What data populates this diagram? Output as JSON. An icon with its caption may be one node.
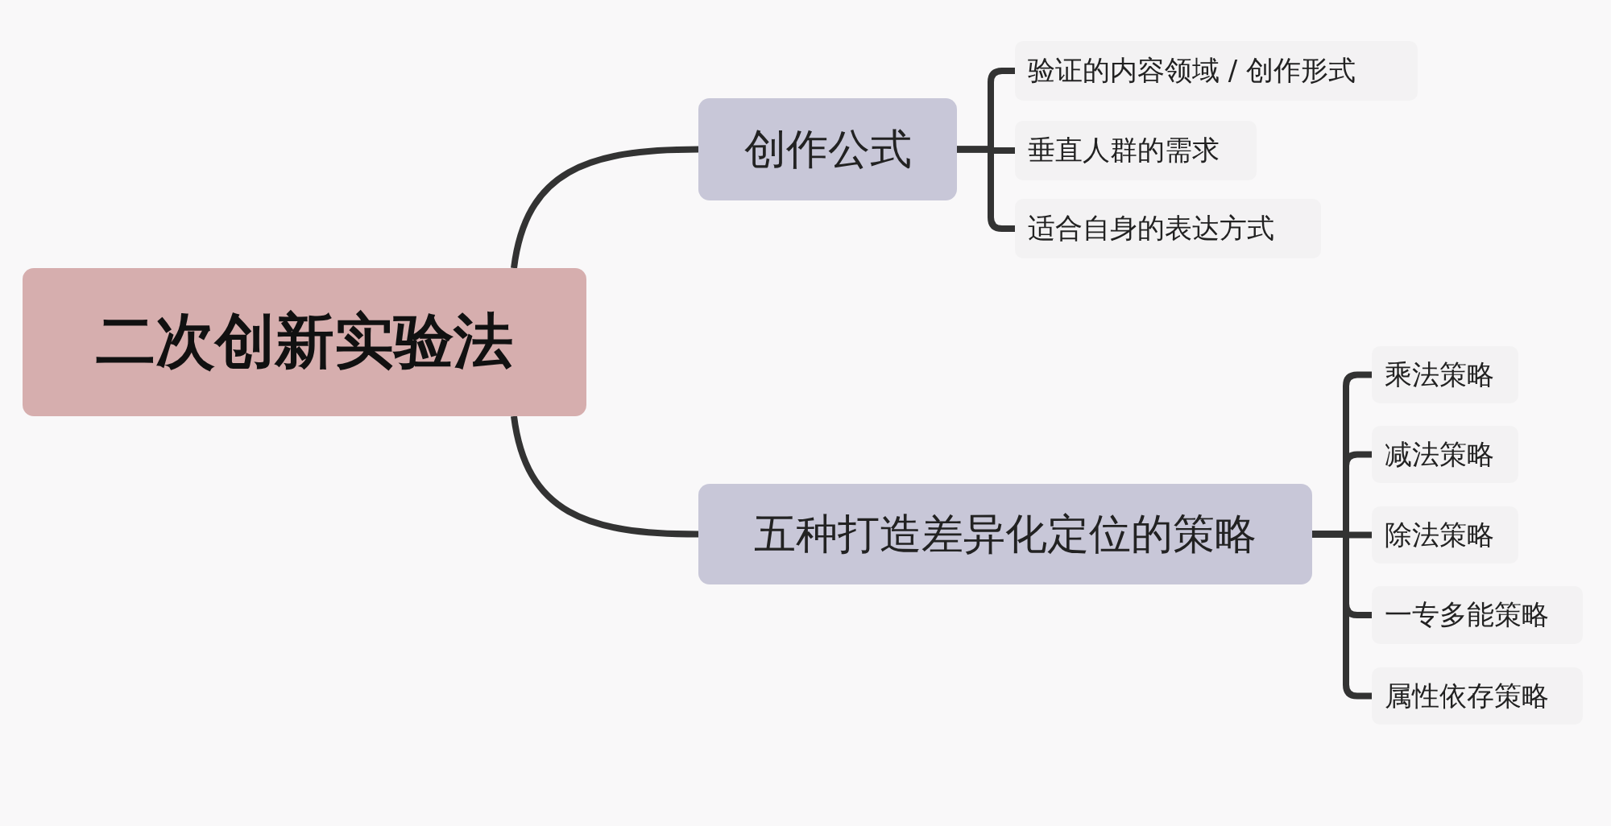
{
  "diagram": {
    "nodes": [
      {
        "text": [
          "二次创新实验法"
        ]
      },
      {
        "text": [
          "创作公式"
        ]
      },
      {
        "text": [
          "五种打造差异化定位的策略"
        ]
      },
      {
        "text": [
          "验证的内容领域 / 创作形式"
        ]
      },
      {
        "text": [
          "垂直人群的需求"
        ]
      },
      {
        "text": [
          "适合自身的表达方式"
        ]
      },
      {
        "text": [
          "乘法策略"
        ]
      },
      {
        "text": [
          "减法策略"
        ]
      },
      {
        "text": [
          "除法策略"
        ]
      },
      {
        "text": [
          "一专多能策略"
        ]
      },
      {
        "text": [
          "属性依存策略"
        ]
      }
    ],
    "edges": [
      {
        "from": 0,
        "to": 1,
        "arrow": "none"
      },
      {
        "from": 0,
        "to": 2,
        "arrow": "none"
      },
      {
        "from": 1,
        "to": 3,
        "arrow": "none"
      },
      {
        "from": 1,
        "to": 4,
        "arrow": "none"
      },
      {
        "from": 1,
        "to": 5,
        "arrow": "none"
      },
      {
        "from": 2,
        "to": 6,
        "arrow": "none"
      },
      {
        "from": 2,
        "to": 7,
        "arrow": "none"
      },
      {
        "from": 2,
        "to": 8,
        "arrow": "none"
      },
      {
        "from": 2,
        "to": 9,
        "arrow": "none"
      },
      {
        "from": 2,
        "to": 10,
        "arrow": "none"
      }
    ]
  }
}
